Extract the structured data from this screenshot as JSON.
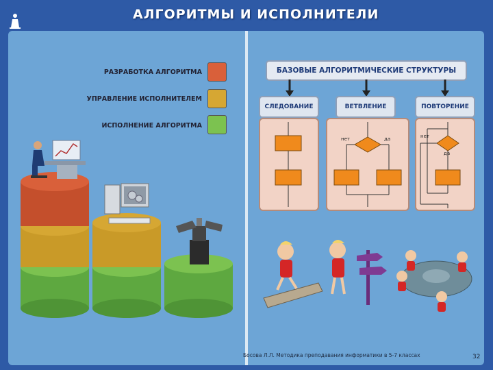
{
  "title": "АЛГОРИТМЫ И ИСПОЛНИТЕЛИ",
  "legend": [
    {
      "label": "РАЗРАБОТКА АЛГОРИТМА",
      "color": "#d9603a"
    },
    {
      "label": "УПРАВЛЕНИЕ ИСПОЛНИТЕЛЕМ",
      "color": "#d6a733"
    },
    {
      "label": "ИСПОЛНЕНИЕ АЛГОРИТМА",
      "color": "#7cc250"
    }
  ],
  "structures": {
    "banner": "БАЗОВЫЕ АЛГОРИТМИЧЕСКИЕ СТРУКТУРЫ",
    "items": [
      "СЛЕДОВАНИЕ",
      "ВЕТВЛЕНИЕ",
      "ПОВТОРЕНИЕ"
    ],
    "branch_no": "нет",
    "branch_yes": "да",
    "loop_no": "нет",
    "loop_yes": "да"
  },
  "colors": {
    "background": "#2e5aa6",
    "panel": "#6da5d6",
    "flow_block": "#f08a1c",
    "decision": "#f08a1c",
    "struct_panel": "#f2d3c6"
  },
  "footer": "Босова Л.Л. Методика преподавания информатики в 5-7 классах",
  "page_number": "32"
}
